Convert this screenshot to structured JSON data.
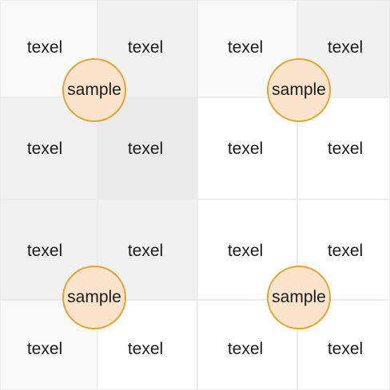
{
  "colors": {
    "texel_light": "#f9f9f9",
    "texel_mid": "#f1f1f1",
    "texel_dark": "#eaeaea",
    "texel_white": "#ffffff",
    "sample_fill": "#fce3cc",
    "sample_stroke": "#e2a430",
    "text": "#1a1a1a"
  },
  "texels": [
    {
      "label": "texel",
      "shade": "texel_light"
    },
    {
      "label": "texel",
      "shade": "texel_mid"
    },
    {
      "label": "texel",
      "shade": "texel_light"
    },
    {
      "label": "texel",
      "shade": "texel_mid"
    },
    {
      "label": "texel",
      "shade": "texel_mid"
    },
    {
      "label": "texel",
      "shade": "texel_dark"
    },
    {
      "label": "texel",
      "shade": "texel_white"
    },
    {
      "label": "texel",
      "shade": "texel_white"
    },
    {
      "label": "texel",
      "shade": "texel_mid"
    },
    {
      "label": "texel",
      "shade": "texel_mid"
    },
    {
      "label": "texel",
      "shade": "texel_white"
    },
    {
      "label": "texel",
      "shade": "texel_white"
    },
    {
      "label": "texel",
      "shade": "texel_light"
    },
    {
      "label": "texel",
      "shade": "texel_white"
    },
    {
      "label": "texel",
      "shade": "texel_white"
    },
    {
      "label": "texel",
      "shade": "texel_white"
    }
  ],
  "samples": [
    {
      "label": "sample"
    },
    {
      "label": "sample"
    },
    {
      "label": "sample"
    },
    {
      "label": "sample"
    }
  ]
}
